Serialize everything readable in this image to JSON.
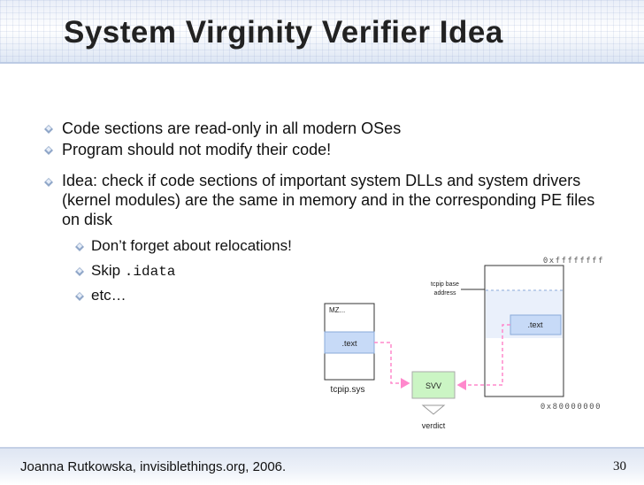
{
  "slide": {
    "title": "System Virginity Verifier Idea",
    "bullets": [
      "Code sections are read-only in all modern OSes",
      "Program should not modify their code!",
      "Idea: check if code sections of important system DLLs and system drivers (kernel modules) are the same in memory and in the corresponding PE files on disk"
    ],
    "subbullets": [
      "Don’t forget about relocations!",
      "Skip ",
      "etc…"
    ],
    "skip_code": ".idata"
  },
  "diagram": {
    "file_header": "MZ...",
    "file_text": ".text",
    "file_name": "tcpip.sys",
    "svv_label": "SVV",
    "verdict_label": "verdict",
    "base_label_line1": "tcpip base",
    "base_label_line2": "address",
    "mem_text": ".text",
    "addr_top": "0xffffffff",
    "addr_bottom": "0x80000000",
    "colors": {
      "text_block": "#c7daf7",
      "svv_block": "#cbf5c4",
      "arrow": "#ff88cc"
    }
  },
  "footer": {
    "credit": "Joanna Rutkowska, invisiblethings.org, 2006.",
    "page": "30"
  }
}
